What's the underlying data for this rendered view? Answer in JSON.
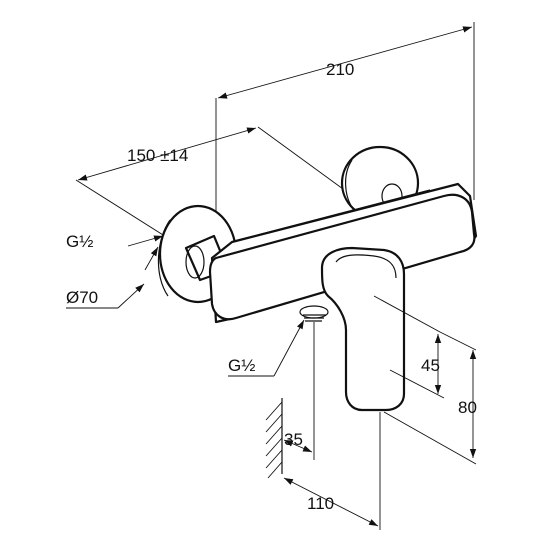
{
  "drawing": {
    "subject": "wall-mounted shower mixer",
    "dimensions": {
      "overall_width": "210",
      "inlet_centers": "150 ±14",
      "inlet_thread_left": "G½",
      "flange_diameter": "Ø70",
      "outlet_thread": "G½",
      "lever_height": "45",
      "body_height": "80",
      "outlet_offset": "35",
      "projection": "110"
    }
  }
}
